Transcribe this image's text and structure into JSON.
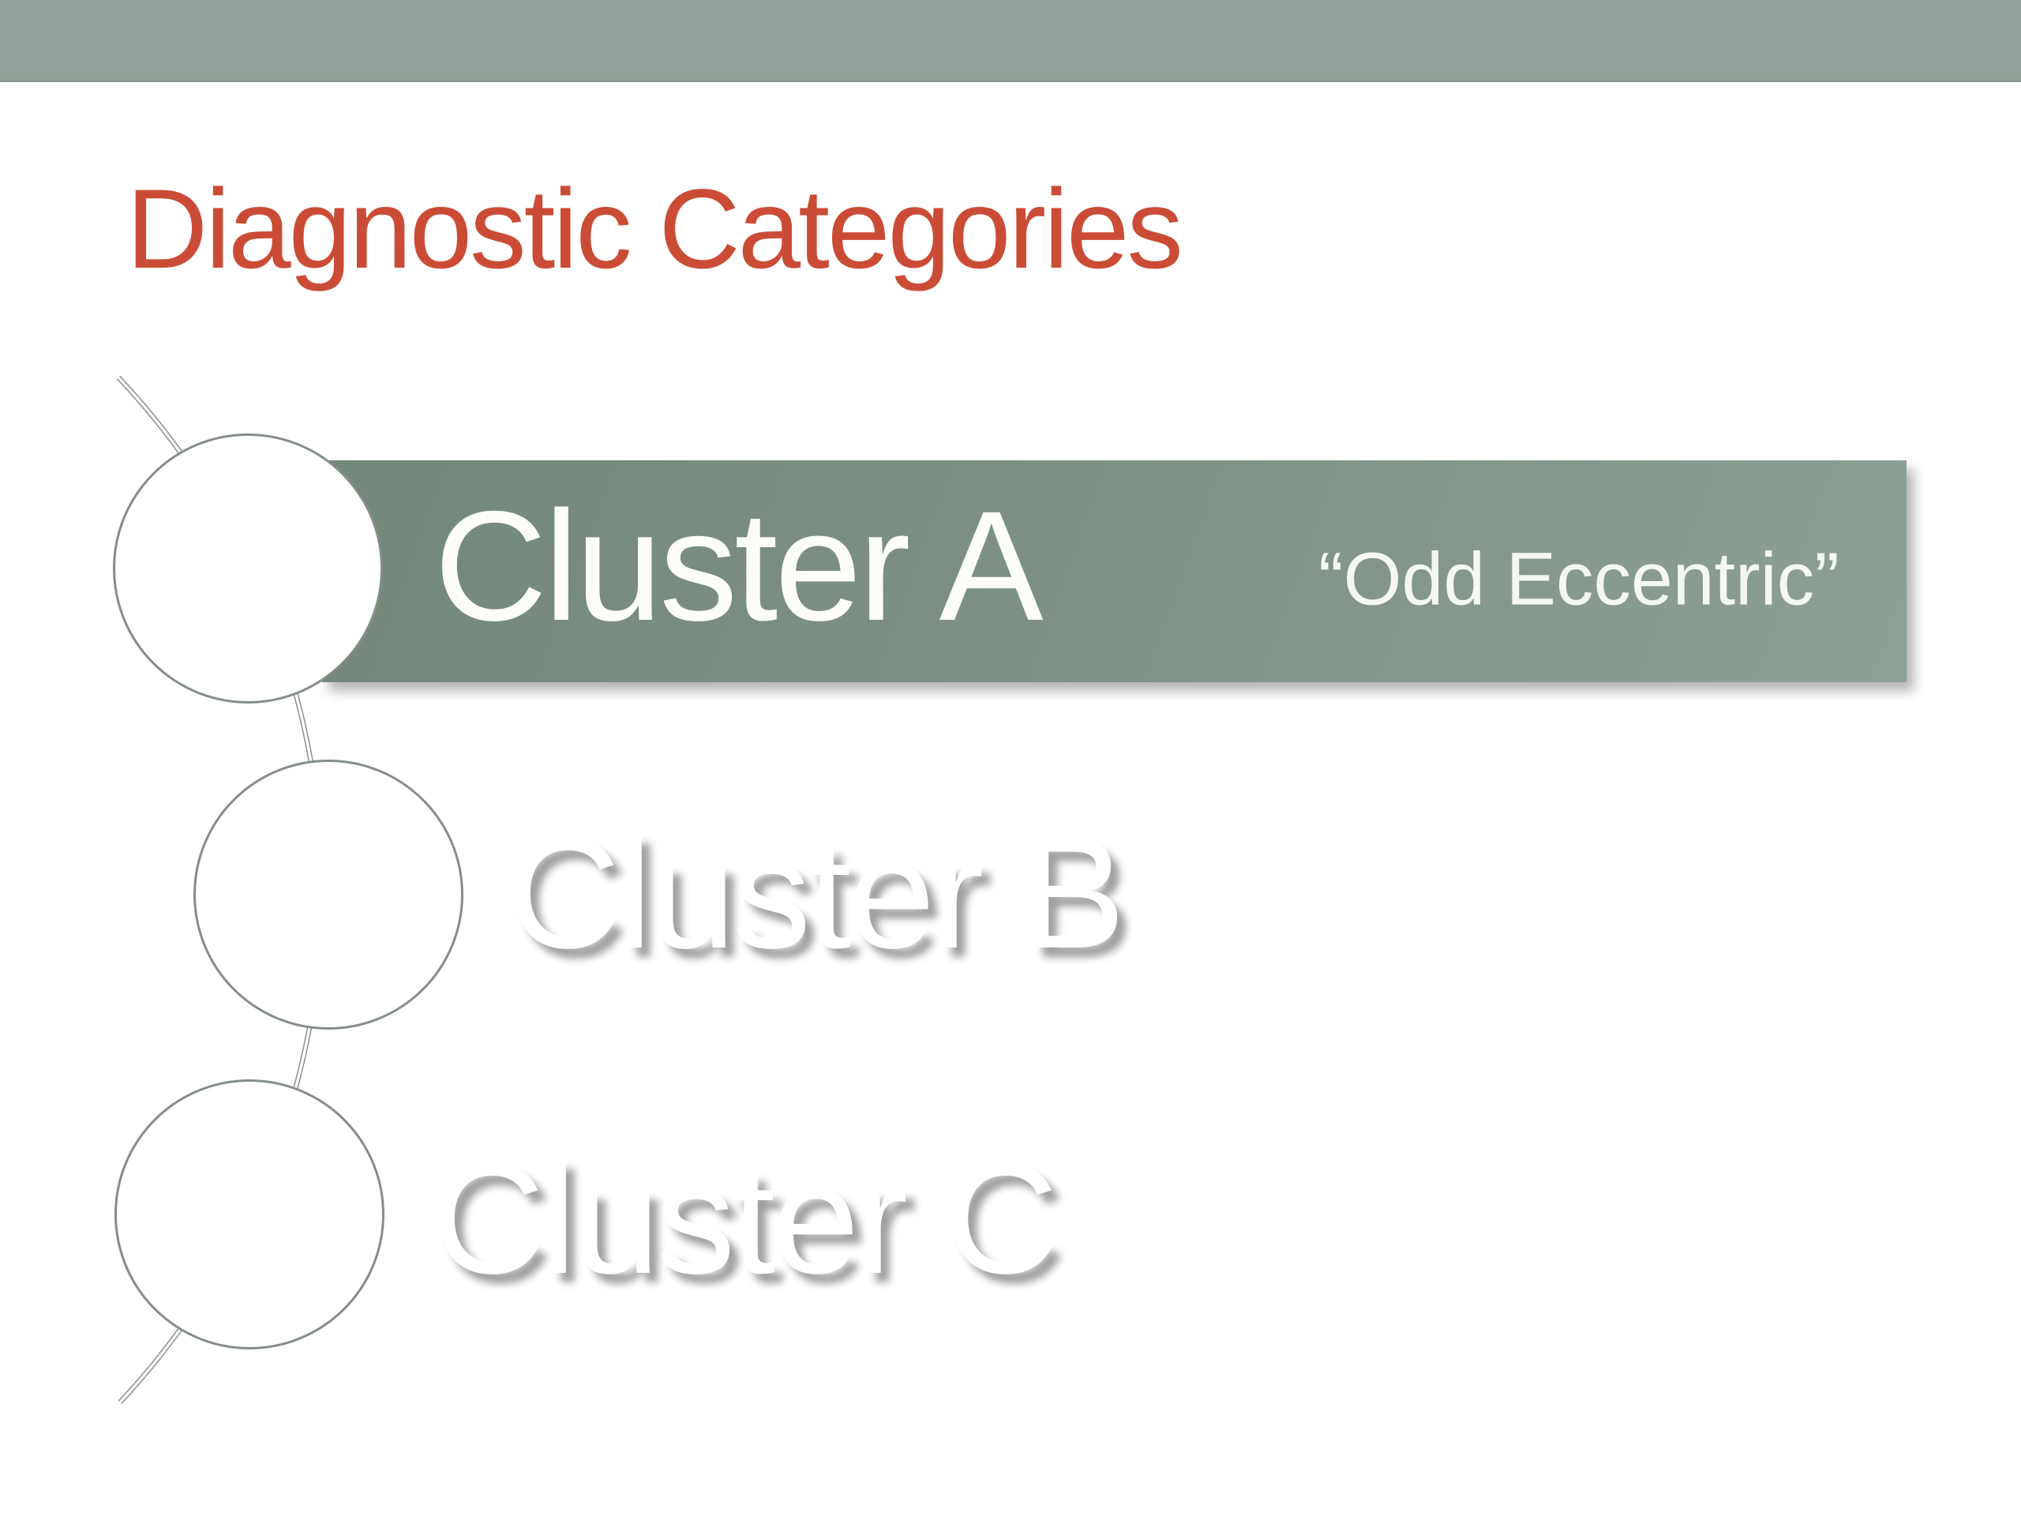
{
  "slide": {
    "title": {
      "text": "Diagnostic Categories",
      "color": "#cb4c36"
    },
    "header_bar": {
      "color": "#93a29a"
    },
    "clusters": [
      {
        "label": "Cluster A",
        "annotation": "“Odd Eccentric”",
        "highlighted": true
      },
      {
        "label": "Cluster B",
        "annotation": "",
        "highlighted": false
      },
      {
        "label": "Cluster C",
        "annotation": "",
        "highlighted": false
      }
    ],
    "banner": {
      "gradient_start": "#74877b",
      "gradient_end": "#8ea095",
      "text_color": "#fcfdf8"
    },
    "connector": {
      "line_color": "#8a948b"
    }
  }
}
